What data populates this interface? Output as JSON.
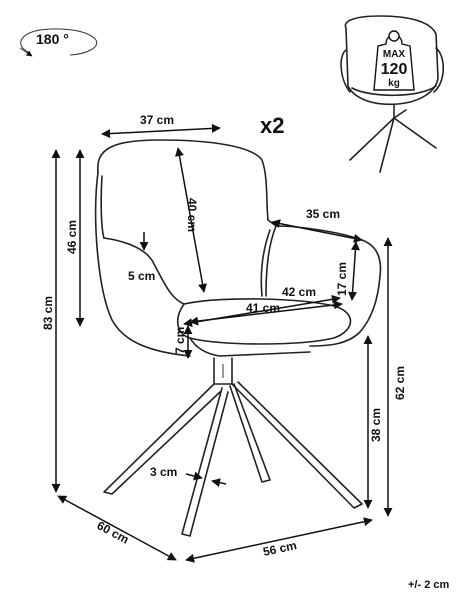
{
  "rotation": {
    "label": "180 °"
  },
  "quantity": {
    "label": "x2"
  },
  "max_load": {
    "max_label": "MAX",
    "value_label": "120",
    "unit_label": "kg"
  },
  "tolerance": {
    "label": "+/- 2 cm"
  },
  "dimensions": {
    "backrest_width": "37 cm",
    "backrest_height": "40 cm",
    "back_height": "46 cm",
    "total_height": "83 cm",
    "armrest_offset": "5 cm",
    "armrest_length": "35 cm",
    "armrest_height": "17 cm",
    "seat_depth": "42 cm",
    "seat_width": "41 cm",
    "seat_thickness": "7 cm",
    "armrest_floor_height": "62 cm",
    "seat_height": "38 cm",
    "leg_width": "3 cm",
    "base_depth": "60 cm",
    "base_width": "56 cm"
  }
}
